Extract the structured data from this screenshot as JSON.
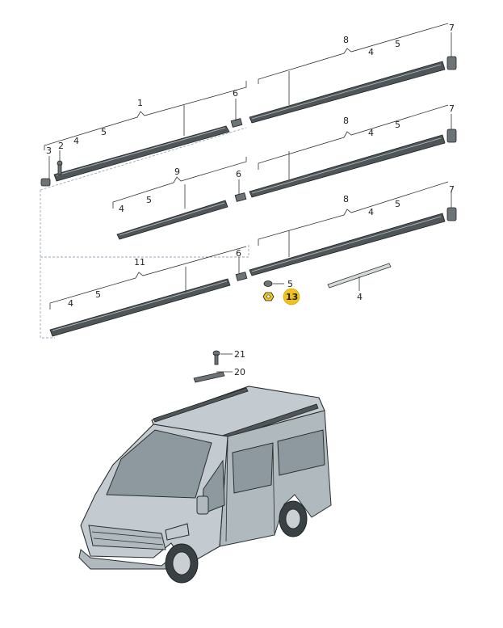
{
  "diagram": {
    "callouts": {
      "c1": "1",
      "c2": "2",
      "c3": "3",
      "c4_a": "4",
      "c4_b": "4",
      "c4_c": "4",
      "c4_d": "4",
      "c4_e": "4",
      "c4_f": "4",
      "c4_g": "4",
      "c5_a": "5",
      "c5_b": "5",
      "c5_c": "5",
      "c5_d": "5",
      "c5_e": "5",
      "c5_f": "5",
      "c5_g": "5",
      "c6_a": "6",
      "c6_b": "6",
      "c6_c": "6",
      "c7_a": "7",
      "c7_b": "7",
      "c7_c": "7",
      "c8_a": "8",
      "c8_b": "8",
      "c8_c": "8",
      "c9": "9",
      "c11": "11",
      "c13": "13",
      "c20": "20",
      "c21": "21"
    },
    "highlight_color": "#f2c21a"
  }
}
